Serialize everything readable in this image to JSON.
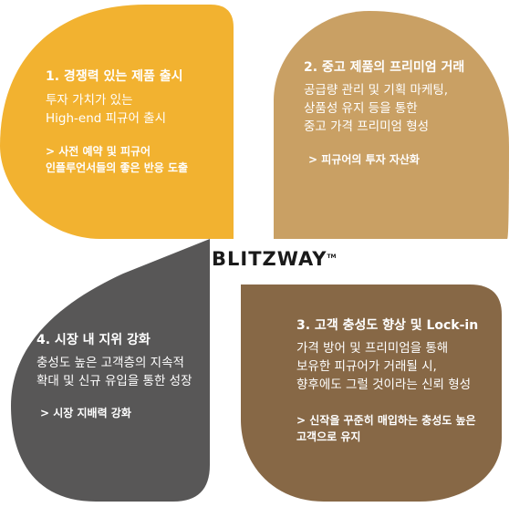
{
  "colors": {
    "petal_1": "#F2B230",
    "petal_2": "#C9A064",
    "petal_3": "#876846",
    "petal_4": "#585757",
    "text": "#FFFFFF",
    "logo": "#1A1A1A"
  },
  "logo": {
    "text": "BLITZWAY",
    "tm": "TM"
  },
  "petals": [
    {
      "title": "1. 경쟁력 있는 제품 출시",
      "body": [
        "투자 가치가 있는",
        "High-end 피규어 출시"
      ],
      "sub": [
        "> 사전 예약 및 피규어",
        "인플루언서들의 좋은 반응 도출"
      ]
    },
    {
      "title": "2. 중고 제품의 프리미엄 거래",
      "body": [
        "공급량 관리 및 기획 마케팅,",
        "상품성 유지 등을 통한",
        "중고 가격 프리미엄 형성"
      ],
      "sub": [
        "> 피규어의 투자 자산화"
      ]
    },
    {
      "title": "3. 고객 충성도 향상 및 Lock-in",
      "body": [
        "가격 방어 및 프리미엄을 통해",
        "보유한 피규어가 거래될 시,",
        "향후에도 그럴 것이라는 신뢰 형성"
      ],
      "sub": [
        "> 신작을 꾸준히 매입하는 충성도 높은",
        "고객으로 유지"
      ]
    },
    {
      "title": "4. 시장 내 지위 강화",
      "body": [
        "충성도 높은 고객층의 지속적",
        "확대 및 신규 유입을 통한 성장"
      ],
      "sub": [
        "> 시장 지배력 강화"
      ]
    }
  ]
}
